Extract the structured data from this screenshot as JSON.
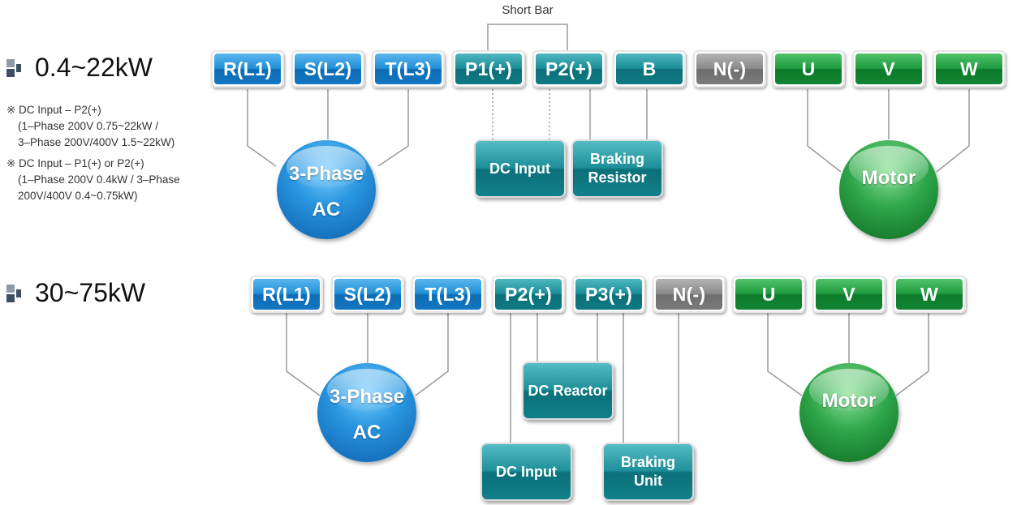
{
  "section1": {
    "title": "0.4~22kW",
    "short_bar_label": "Short Bar",
    "notes": [
      {
        "head": "※ DC Input – P2(+)",
        "lines": [
          "(1–Phase 200V 0.75~22kW /",
          "3–Phase 200V/400V 1.5~22kW)"
        ]
      },
      {
        "head": "※ DC Input – P1(+) or P2(+)",
        "lines": [
          "(1–Phase 200V 0.4kW / 3–Phase",
          "200V/400V 0.4~0.75kW)"
        ]
      }
    ],
    "terminals": [
      "R(L1)",
      "S(L2)",
      "T(L3)",
      "P1(+)",
      "P2(+)",
      "B",
      "N(-)",
      "U",
      "V",
      "W"
    ],
    "dc_input_label": "DC Input",
    "braking_resistor": [
      "Braking",
      "Resistor"
    ],
    "ac_source": [
      "3-Phase",
      "AC"
    ],
    "motor_label": "Motor"
  },
  "section2": {
    "title": "30~75kW",
    "terminals": [
      "R(L1)",
      "S(L2)",
      "T(L3)",
      "P2(+)",
      "P3(+)",
      "N(-)",
      "U",
      "V",
      "W"
    ],
    "dc_reactor_label": "DC Reactor",
    "dc_input_label": "DC Input",
    "braking_unit": [
      "Braking",
      "Unit"
    ],
    "ac_source": [
      "3-Phase",
      "AC"
    ],
    "motor_label": "Motor"
  },
  "colors": {
    "input_terminal": "#1f8fd6",
    "dc_terminal": "#1b8e98",
    "neutral_terminal": "#8a8a8a",
    "output_terminal": "#1f9b3f",
    "wire": "#9a9a9a"
  }
}
